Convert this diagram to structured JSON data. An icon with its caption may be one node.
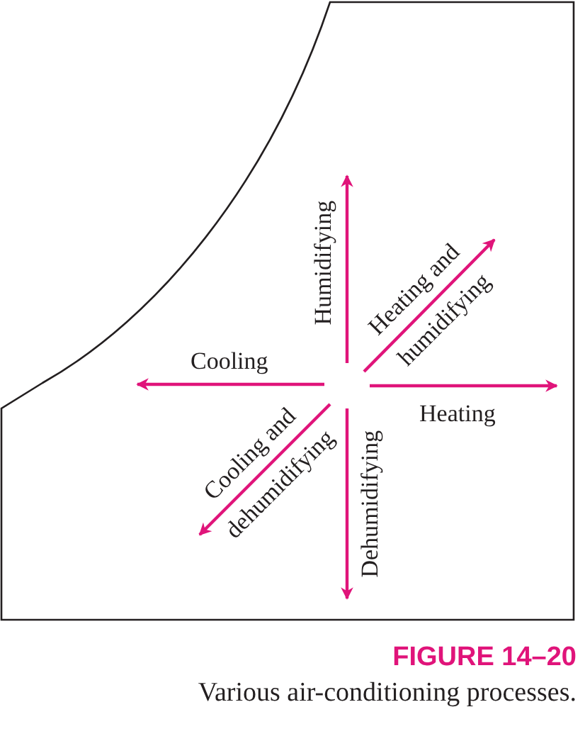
{
  "diagram": {
    "caption": "Various air-conditioning processes.",
    "labels": [
      "Humidifying",
      "Heating and humidifying",
      "Cooling",
      "Heating",
      "Cooling and dehumidifying",
      "Dehumidifying",
      "FIGURE 14–20"
    ]
  }
}
